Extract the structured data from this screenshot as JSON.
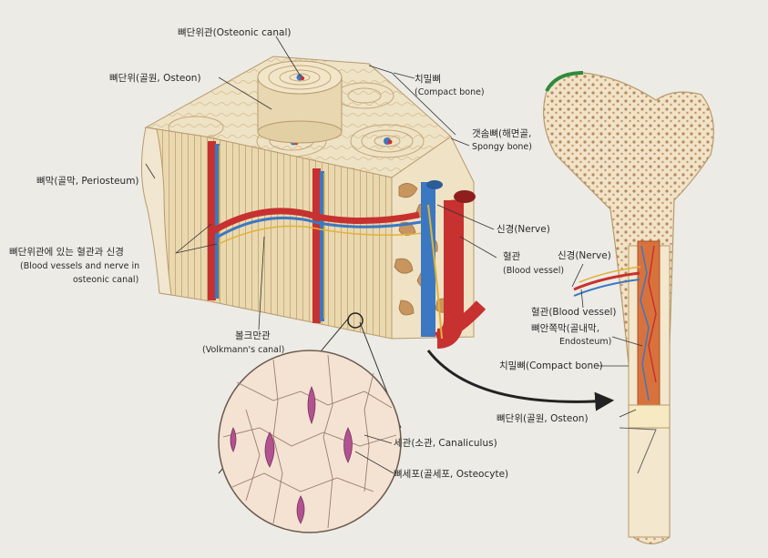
{
  "labels": {
    "osteonic_canal": "뼈단위관(Osteonic canal)",
    "osteon_top": "뼈단위(골원, Osteon)",
    "compact_top_ko": "치밀뼈",
    "compact_top_en": "(Compact bone)",
    "spongy_ko": "갯솜뼈(해면골,",
    "spongy_en": "Spongy bone)",
    "periosteum": "뼈막(골막, Periosteum)",
    "canal_vessels_ko": "뼈단위관에 있는 혈관과 신경",
    "canal_vessels_en1": "(Blood vessels and nerve in",
    "canal_vessels_en2": "osteonic canal)",
    "nerve_mid": "신경(Nerve)",
    "vessel_mid_ko": "혈관",
    "vessel_mid_en": "(Blood vessel)",
    "volkmann_ko": "볼크만관",
    "volkmann_en": "(Volkmann's canal)",
    "nerve_right": "신경(Nerve)",
    "vessel_right": "혈관(Blood vessel)",
    "endosteum_ko": "뼈안쪽막(골내막,",
    "endosteum_en": "Endosteum)",
    "compact_right": "치밀뼈(Compact bone)",
    "osteon_right": "뼈단위(골원, Osteon)",
    "canaliculus": "세관(소관, Canaliculus)",
    "osteocyte": "뼈세포(골세포, Osteocyte)"
  },
  "colors": {
    "bone": "#e9d9b4",
    "bone_dark": "#cdb58a",
    "artery": "#c7312f",
    "vein": "#3b78c2",
    "nerve": "#e0b23a",
    "spongy": "#b98a5c",
    "cell": "#b0538f"
  }
}
